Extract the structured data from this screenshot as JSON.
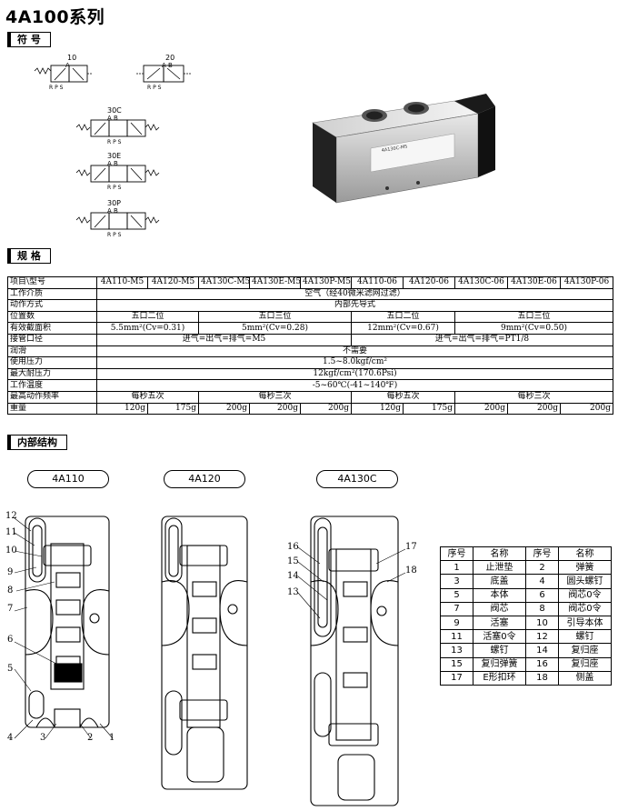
{
  "title": "4A100系列",
  "sections": {
    "symbol": "符 号",
    "spec": "规 格",
    "structure": "内部结构"
  },
  "symbols": [
    {
      "label": "10",
      "ports_top": "A",
      "ports_bottom": "R P S"
    },
    {
      "label": "20",
      "ports_top": "A  B",
      "ports_bottom": "R P S"
    },
    {
      "label": "30C",
      "ports_top": "A  B",
      "ports_bottom": "R P S"
    },
    {
      "label": "30E",
      "ports_top": "A  B",
      "ports_bottom": "R P S"
    },
    {
      "label": "30P",
      "ports_top": "A  B",
      "ports_bottom": "R P S"
    }
  ],
  "product_photo": {
    "label_text": "4A130C-M5"
  },
  "spec_table": {
    "header_label": "项目\\型号",
    "models": [
      "4A110-M5",
      "4A120-M5",
      "4A130C-M5",
      "4A130E-M5",
      "4A130P-M5",
      "4A110-06",
      "4A120-06",
      "4A130C-06",
      "4A130E-06",
      "4A130P-06"
    ],
    "rows": {
      "medium": {
        "label": "工作介质",
        "value": "空气（经40微米滤网过滤）"
      },
      "action": {
        "label": "动作方式",
        "value": "内部先导式"
      },
      "positions": {
        "label": "位置数",
        "values": [
          "五口二位",
          "五口三位",
          "五口二位",
          "五口三位"
        ]
      },
      "area": {
        "label": "有效截面积",
        "values": [
          "5.5mm²(Cv=0.31)",
          "5mm²(Cv=0.28)",
          "12mm²(Cv=0.67)",
          "9mm²(Cv=0.50)"
        ]
      },
      "port": {
        "label": "接管口径",
        "values": [
          "进气=出气=排气=M5",
          "进气=出气=排气=PT1/8"
        ]
      },
      "lube": {
        "label": "润滑",
        "value": "不需要"
      },
      "pressure": {
        "label": "使用压力",
        "value": "1.5~8.0kgf/cm²"
      },
      "max_pressure": {
        "label": "最大耐压力",
        "value": "12kgf/cm²(170.6Psi)"
      },
      "temp": {
        "label": "工作温度",
        "value": "-5~60℃(-41~140℉)"
      },
      "freq": {
        "label": "最高动作频率",
        "values": [
          "每秒五次",
          "每秒三次",
          "每秒五次",
          "每秒三次"
        ]
      },
      "weight": {
        "label": "重量",
        "values": [
          "120g",
          "175g",
          "200g",
          "200g",
          "200g",
          "120g",
          "175g",
          "200g",
          "200g",
          "200g"
        ]
      }
    }
  },
  "structure": {
    "views": [
      "4A110",
      "4A120",
      "4A130C"
    ],
    "callouts_left": [
      "12",
      "11",
      "10",
      "9",
      "8",
      "7",
      "6",
      "5",
      "4",
      "3",
      "2",
      "1"
    ],
    "callouts_right": [
      "16",
      "15",
      "14",
      "13",
      "17",
      "18"
    ]
  },
  "parts_table": {
    "headers": [
      "序号",
      "名称",
      "序号",
      "名称"
    ],
    "rows": [
      [
        "1",
        "止泄垫",
        "2",
        "弹簧"
      ],
      [
        "3",
        "底盖",
        "4",
        "圆头螺钉"
      ],
      [
        "5",
        "本体",
        "6",
        "阀芯0令"
      ],
      [
        "7",
        "阀芯",
        "8",
        "阀芯0令"
      ],
      [
        "9",
        "活塞",
        "10",
        "引导本体"
      ],
      [
        "11",
        "活塞0令",
        "12",
        "螺钉"
      ],
      [
        "13",
        "螺钉",
        "14",
        "复归座"
      ],
      [
        "15",
        "复归弹簧",
        "16",
        "复归座"
      ],
      [
        "17",
        "E形扣环",
        "18",
        "侧盖"
      ]
    ]
  }
}
